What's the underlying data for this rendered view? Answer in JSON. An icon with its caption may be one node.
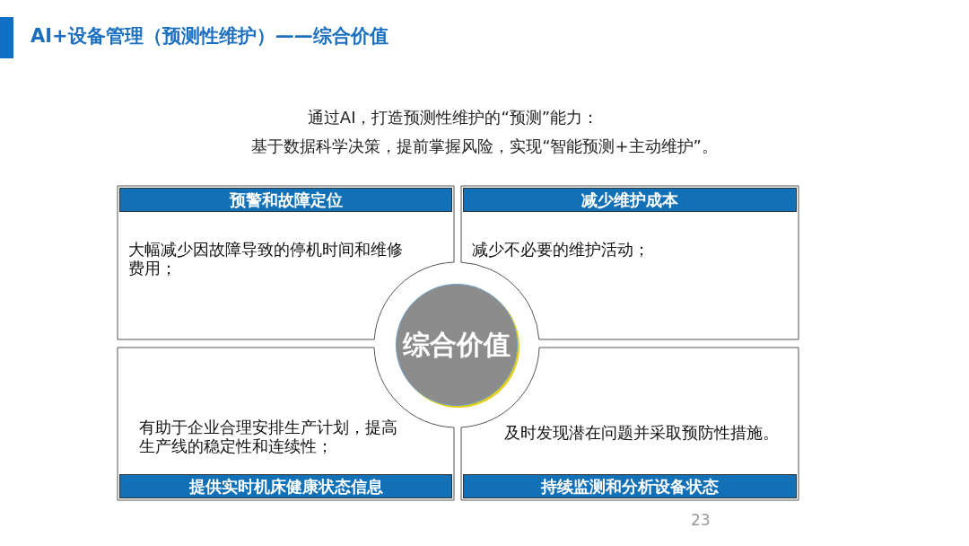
{
  "diagram": {
    "title": "AI+设备管理（预测性维护）——综合价值",
    "nodes": [
      {
        "text": [
          "预警和故障定位",
          "大幅减少因故障导致的停机时间和维修费用；"
        ]
      },
      {
        "text": [
          "减少维护成本",
          "减少不必要的维护活动；"
        ]
      },
      {
        "text": [
          "综合价值"
        ]
      },
      {
        "text": [
          "有助于企业合理安排生产计划，提高生产线的稳定性和连续性；",
          "提供实时机床健康状态信息"
        ]
      },
      {
        "text": [
          "及时发现潜在问题并采取预防性措施。",
          "持续监测和分析设备状态"
        ]
      }
    ],
    "labels": [
      "通过AI，打造预测性维护的“预测”能力：",
      "基于数据科学决策，提前掌握风险，实现“智能预测+主动维护”。",
      "23"
    ]
  }
}
